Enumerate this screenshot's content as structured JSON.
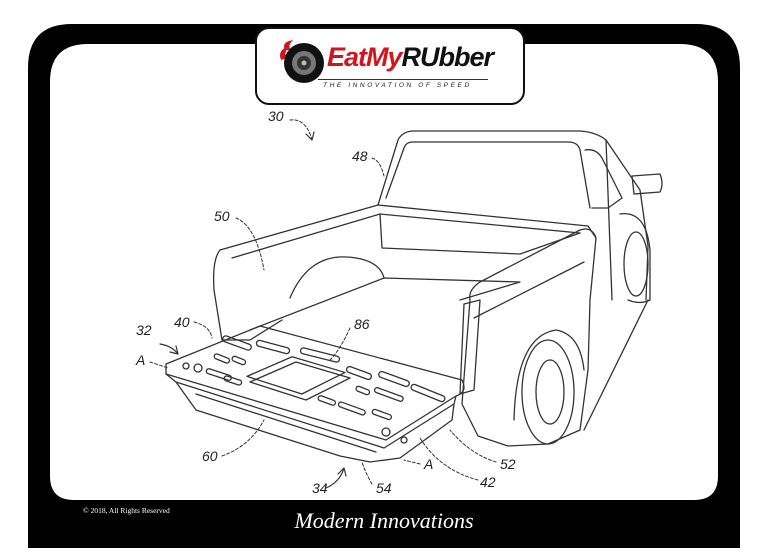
{
  "logo": {
    "brand_part1": "EatMy",
    "brand_part2": "RUbber",
    "tagline": "THE INNOVATION OF SPEED",
    "accent_color": "#d4141c"
  },
  "drawing": {
    "reference_labels": {
      "r30": "30",
      "r48": "48",
      "r50": "50",
      "r32": "32",
      "r40": "40",
      "r86": "86",
      "rA1": "A",
      "r60": "60",
      "rA2": "A",
      "r52": "52",
      "r42": "42",
      "r34": "34",
      "r54": "54"
    }
  },
  "footer": {
    "copyright": "© 2018, All Rights Reserved",
    "title": "Modern Innovations"
  }
}
